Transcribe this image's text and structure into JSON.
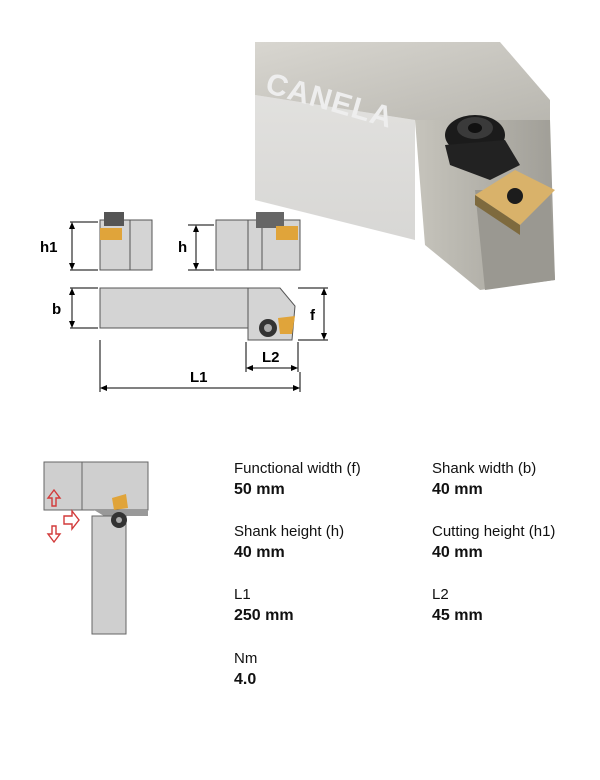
{
  "brand": {
    "name": "CANELA"
  },
  "dimension_labels": {
    "h1": "h1",
    "h": "h",
    "b": "b",
    "f": "f",
    "L1": "L1",
    "L2": "L2"
  },
  "specs": [
    {
      "label": "Functional width (f)",
      "value": "50 mm"
    },
    {
      "label": "Shank width (b)",
      "value": "40 mm"
    },
    {
      "label": "Shank height (h)",
      "value": "40 mm"
    },
    {
      "label": "Cutting height (h1)",
      "value": "40 mm"
    },
    {
      "label": "L1",
      "value": "250 mm"
    },
    {
      "label": "L2",
      "value": "45 mm"
    },
    {
      "label": "Nm",
      "value": "4.0"
    }
  ],
  "colors": {
    "steel": "#c9c9c9",
    "steel_dark": "#8d8d8d",
    "insert": "#e8a31e",
    "arrow": "#d23a3a"
  }
}
